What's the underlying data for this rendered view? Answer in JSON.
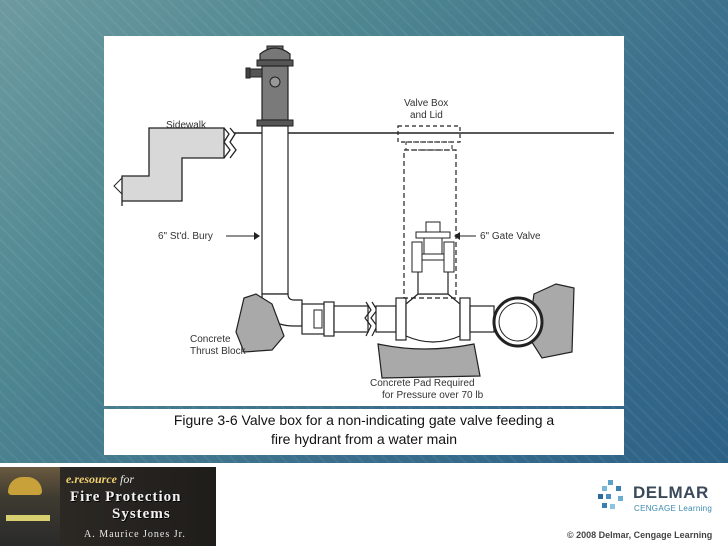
{
  "diagram": {
    "labels": {
      "sidewalk": "Sidewalk",
      "valve_box_line1": "Valve Box",
      "valve_box_line2": "and Lid",
      "bury": "6\" St'd. Bury",
      "gate_valve": "6\" Gate Valve",
      "thrust_line1": "Concrete",
      "thrust_line2": "Thrust Block",
      "pad_line1": "Concrete Pad Required",
      "pad_line2": "for Pressure over 70 lb"
    }
  },
  "caption": {
    "line1": "Figure 3-6  Valve box for a non-indicating gate valve feeding a",
    "line2": "fire hydrant from a water main"
  },
  "footer": {
    "book": {
      "series": "e.resource",
      "for_text": "for",
      "title_line1": "Fire Protection",
      "title_line2": "Systems",
      "author": "A. Maurice Jones Jr."
    },
    "publisher": {
      "name": "DELMAR",
      "sub": "CENGAGE Learning",
      "copyright": "© 2008 Delmar, Cengage Learning"
    }
  }
}
